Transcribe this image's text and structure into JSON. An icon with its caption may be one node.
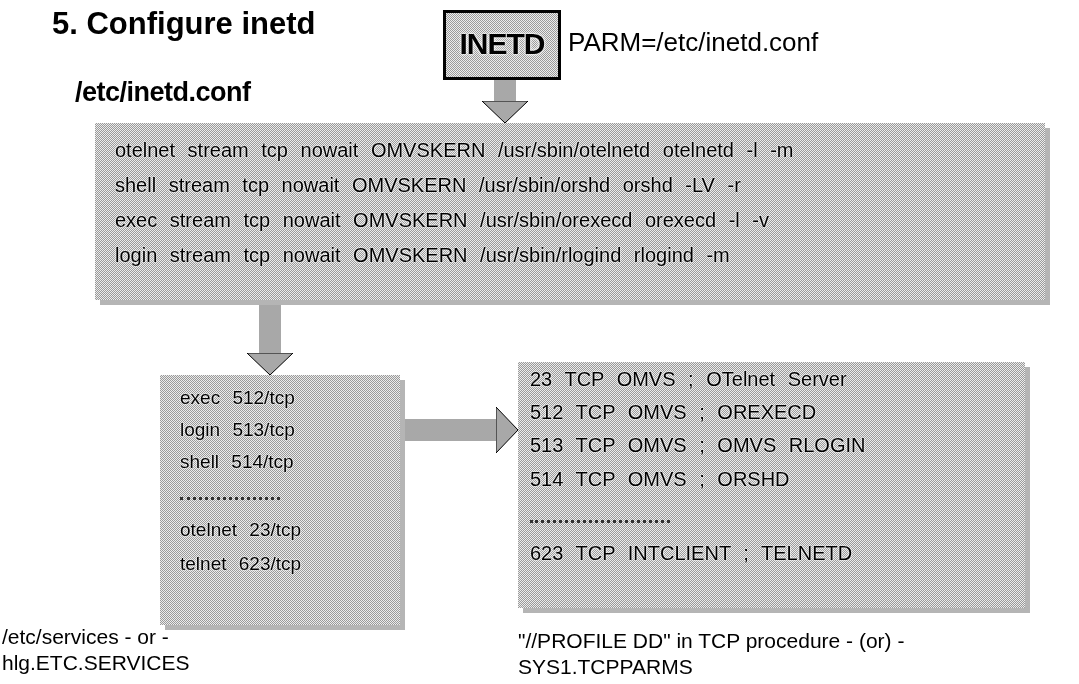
{
  "diagram": {
    "title": "5. Configure inetd",
    "nodes": [
      {
        "text": [
          "INETD"
        ],
        "beside": [
          "PARM=/etc/inetd.conf"
        ]
      },
      {
        "text": [
          "/etc/inetd.conf",
          "otelnet stream tcp nowait OMVSKERN /usr/sbin/otelnetd otelnetd -l -m",
          "shell stream tcp nowait OMVSKERN /usr/sbin/orshd orshd -LV -r",
          "exec stream tcp nowait OMVSKERN /usr/sbin/orexecd orexecd -l -v",
          "login stream tcp nowait OMVSKERN /usr/sbin/rlogind rlogind -m"
        ]
      },
      {
        "text": [
          "exec 512/tcp",
          "login 513/tcp",
          "shell 514/tcp",
          "otelnet 23/tcp",
          "telnet 623/tcp"
        ],
        "beside": [
          "/etc/services - or - hlg.ETC.SERVICES"
        ]
      },
      {
        "text": [
          "23 TCP OMVS ; OTelnet Server",
          "512 TCP OMVS ; OREXECD",
          "513 TCP OMVS ; OMVS RLOGIN",
          "514 TCP OMVS ; ORSHD",
          "623 TCP INTCLIENT ; TELNETD"
        ],
        "beside": [
          "\"//PROFILE DD\" in TCP procedure - (or) - SYS1.TCPPARMS"
        ]
      }
    ],
    "edges": [
      {
        "from": 0,
        "to": 1,
        "arrow": "to"
      },
      {
        "from": 1,
        "to": 2,
        "arrow": "to"
      },
      {
        "from": 2,
        "to": 3,
        "arrow": "to"
      }
    ]
  }
}
